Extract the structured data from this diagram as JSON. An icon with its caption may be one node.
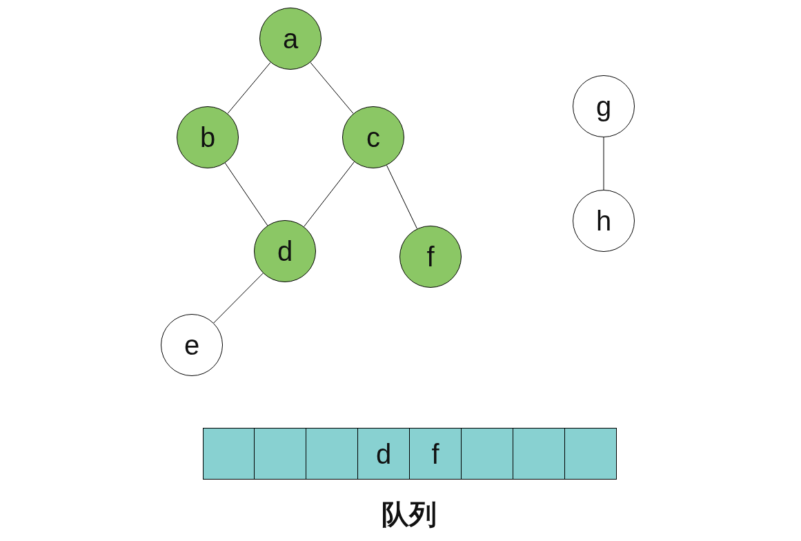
{
  "diagram": {
    "nodes": [
      {
        "text": [
          "a"
        ]
      },
      {
        "text": [
          "b"
        ]
      },
      {
        "text": [
          "c"
        ]
      },
      {
        "text": [
          "d"
        ]
      },
      {
        "text": [
          "e"
        ]
      },
      {
        "text": [
          "f"
        ]
      },
      {
        "text": [
          "g"
        ]
      },
      {
        "text": [
          "h"
        ]
      },
      {
        "text": [],
        "shape": "box"
      },
      {
        "text": [],
        "shape": "box"
      },
      {
        "text": [],
        "shape": "box"
      },
      {
        "text": [
          "d"
        ]
      },
      {
        "text": [
          "f"
        ]
      },
      {
        "text": [],
        "shape": "box"
      },
      {
        "text": [],
        "shape": "box"
      },
      {
        "text": [],
        "shape": "box"
      }
    ],
    "edges": [
      {
        "from": 0,
        "to": 1,
        "arrow": "none"
      },
      {
        "from": 0,
        "to": 2,
        "arrow": "none"
      },
      {
        "from": 1,
        "to": 3,
        "arrow": "none"
      },
      {
        "from": 2,
        "to": 3,
        "arrow": "none"
      },
      {
        "from": 2,
        "to": 5,
        "arrow": "none"
      },
      {
        "from": 3,
        "to": 4,
        "arrow": "none"
      },
      {
        "from": 6,
        "to": 7,
        "arrow": "none"
      }
    ],
    "labels": [
      "队列"
    ]
  }
}
